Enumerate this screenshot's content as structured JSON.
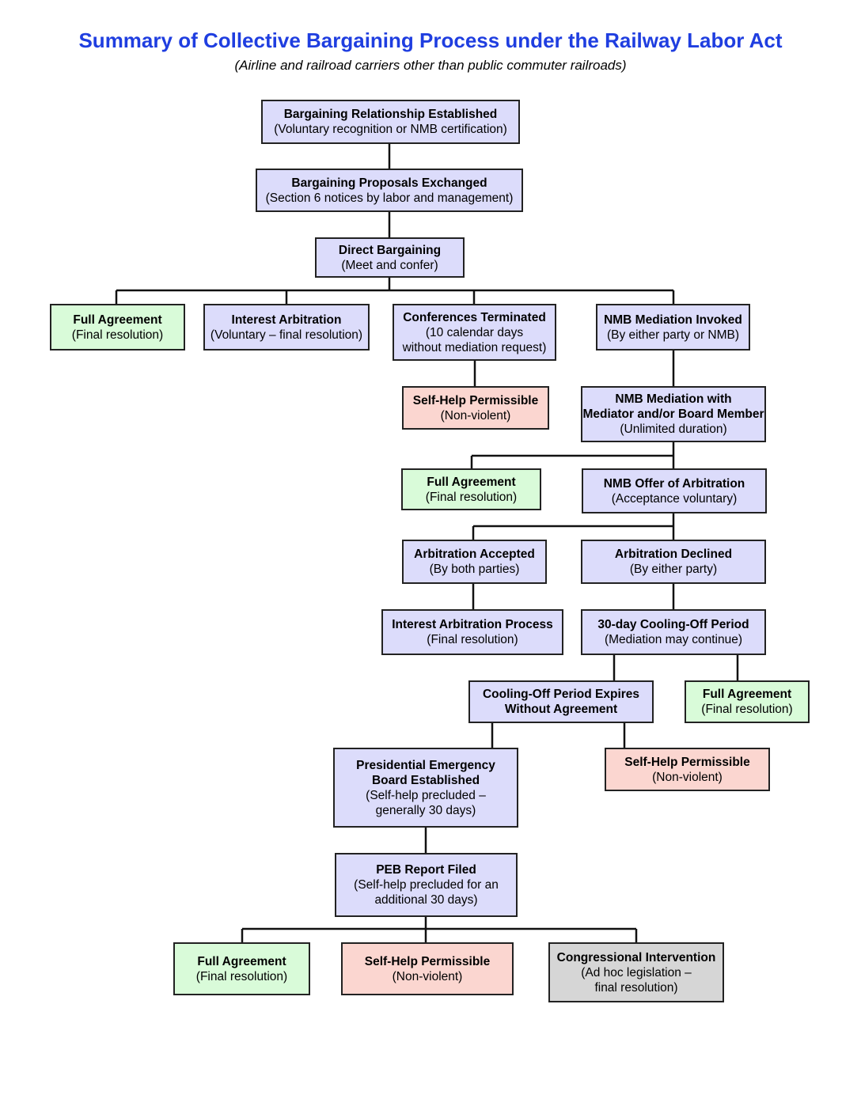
{
  "title": "Summary of Collective Bargaining Process under the Railway Labor Act",
  "subtitle": "(Airline and railroad carriers other than public commuter railroads)",
  "nodes": {
    "relationship": {
      "h": [
        "Bargaining Relationship Established"
      ],
      "s": [
        "(Voluntary recognition or NMB certification)"
      ]
    },
    "proposals": {
      "h": [
        "Bargaining Proposals Exchanged"
      ],
      "s": [
        "(Section 6 notices by labor and management)"
      ]
    },
    "direct": {
      "h": [
        "Direct Bargaining"
      ],
      "s": [
        "(Meet and confer)"
      ]
    },
    "full1": {
      "h": [
        "Full Agreement"
      ],
      "s": [
        "(Final resolution)"
      ]
    },
    "interest_arb": {
      "h": [
        "Interest Arbitration"
      ],
      "s": [
        "(Voluntary – final resolution)"
      ]
    },
    "conf_term": {
      "h": [
        "Conferences Terminated"
      ],
      "s": [
        "(10 calendar days",
        "without mediation request)"
      ]
    },
    "nmb_invoked": {
      "h": [
        "NMB Mediation Invoked"
      ],
      "s": [
        "(By either party or NMB)"
      ]
    },
    "selfhelp1": {
      "h": [
        "Self-Help Permissible"
      ],
      "s": [
        "(Non-violent)"
      ]
    },
    "nmb_mediation": {
      "h": [
        "NMB Mediation with",
        "Mediator and/or Board Member"
      ],
      "s": [
        "(Unlimited duration)"
      ]
    },
    "full2": {
      "h": [
        "Full Agreement"
      ],
      "s": [
        "(Final resolution)"
      ]
    },
    "offer_arb": {
      "h": [
        "NMB Offer of Arbitration"
      ],
      "s": [
        "(Acceptance voluntary)"
      ]
    },
    "arb_accepted": {
      "h": [
        "Arbitration Accepted"
      ],
      "s": [
        "(By both parties)"
      ]
    },
    "arb_declined": {
      "h": [
        "Arbitration Declined"
      ],
      "s": [
        "(By either party)"
      ]
    },
    "interest_process": {
      "h": [
        "Interest Arbitration Process"
      ],
      "s": [
        "(Final resolution)"
      ]
    },
    "cooling": {
      "h": [
        "30-day Cooling-Off Period"
      ],
      "s": [
        "(Mediation may continue)"
      ]
    },
    "cooling_expires": {
      "h": [
        "Cooling-Off Period Expires",
        "Without Agreement"
      ],
      "s": []
    },
    "full3": {
      "h": [
        "Full Agreement"
      ],
      "s": [
        "(Final resolution)"
      ]
    },
    "peb_established": {
      "h": [
        "Presidential Emergency",
        "Board Established"
      ],
      "s": [
        "(Self-help precluded –",
        "generally 30 days)"
      ]
    },
    "selfhelp2": {
      "h": [
        "Self-Help Permissible"
      ],
      "s": [
        "(Non-violent)"
      ]
    },
    "peb_report": {
      "h": [
        "PEB Report Filed"
      ],
      "s": [
        "(Self-help precluded for an",
        "additional 30 days)"
      ]
    },
    "full4": {
      "h": [
        "Full Agreement"
      ],
      "s": [
        "(Final resolution)"
      ]
    },
    "selfhelp3": {
      "h": [
        "Self-Help Permissible"
      ],
      "s": [
        "(Non-violent)"
      ]
    },
    "congress": {
      "h": [
        "Congressional Intervention"
      ],
      "s": [
        "(Ad hoc legislation –",
        "final resolution)"
      ]
    }
  },
  "colors": {
    "title": "#1f3ee0",
    "process": "#dcdcfb",
    "resolution": "#d9fbd9",
    "self_help": "#fbd6d0",
    "congress": "#d6d6d6"
  }
}
